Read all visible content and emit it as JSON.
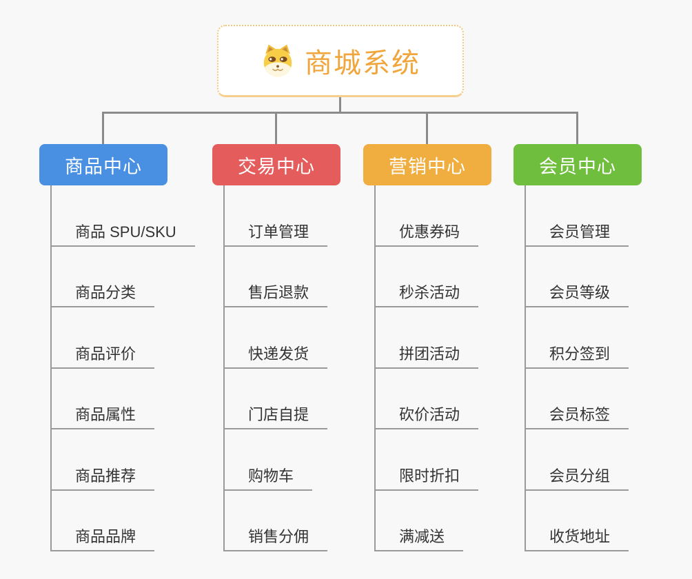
{
  "root": {
    "title": "商城系统",
    "icon": "doge-face-icon",
    "title_color": "#f0a63c",
    "border_color": "#f2c577"
  },
  "connector_color": "#8b8b8b",
  "background_color": "#f8f8f8",
  "branches": [
    {
      "label": "商品中心",
      "color": "#4a90e2",
      "children": [
        "商品 SPU/SKU",
        "商品分类",
        "商品评价",
        "商品属性",
        "商品推荐",
        "商品品牌"
      ]
    },
    {
      "label": "交易中心",
      "color": "#e45c5c",
      "children": [
        "订单管理",
        "售后退款",
        "快递发货",
        "门店自提",
        "购物车",
        "销售分佣"
      ]
    },
    {
      "label": "营销中心",
      "color": "#efae3f",
      "children": [
        "优惠券码",
        "秒杀活动",
        "拼团活动",
        "砍价活动",
        "限时折扣",
        "满减送"
      ]
    },
    {
      "label": "会员中心",
      "color": "#70be3e",
      "children": [
        "会员管理",
        "会员等级",
        "积分签到",
        "会员标签",
        "会员分组",
        "收货地址"
      ]
    }
  ]
}
